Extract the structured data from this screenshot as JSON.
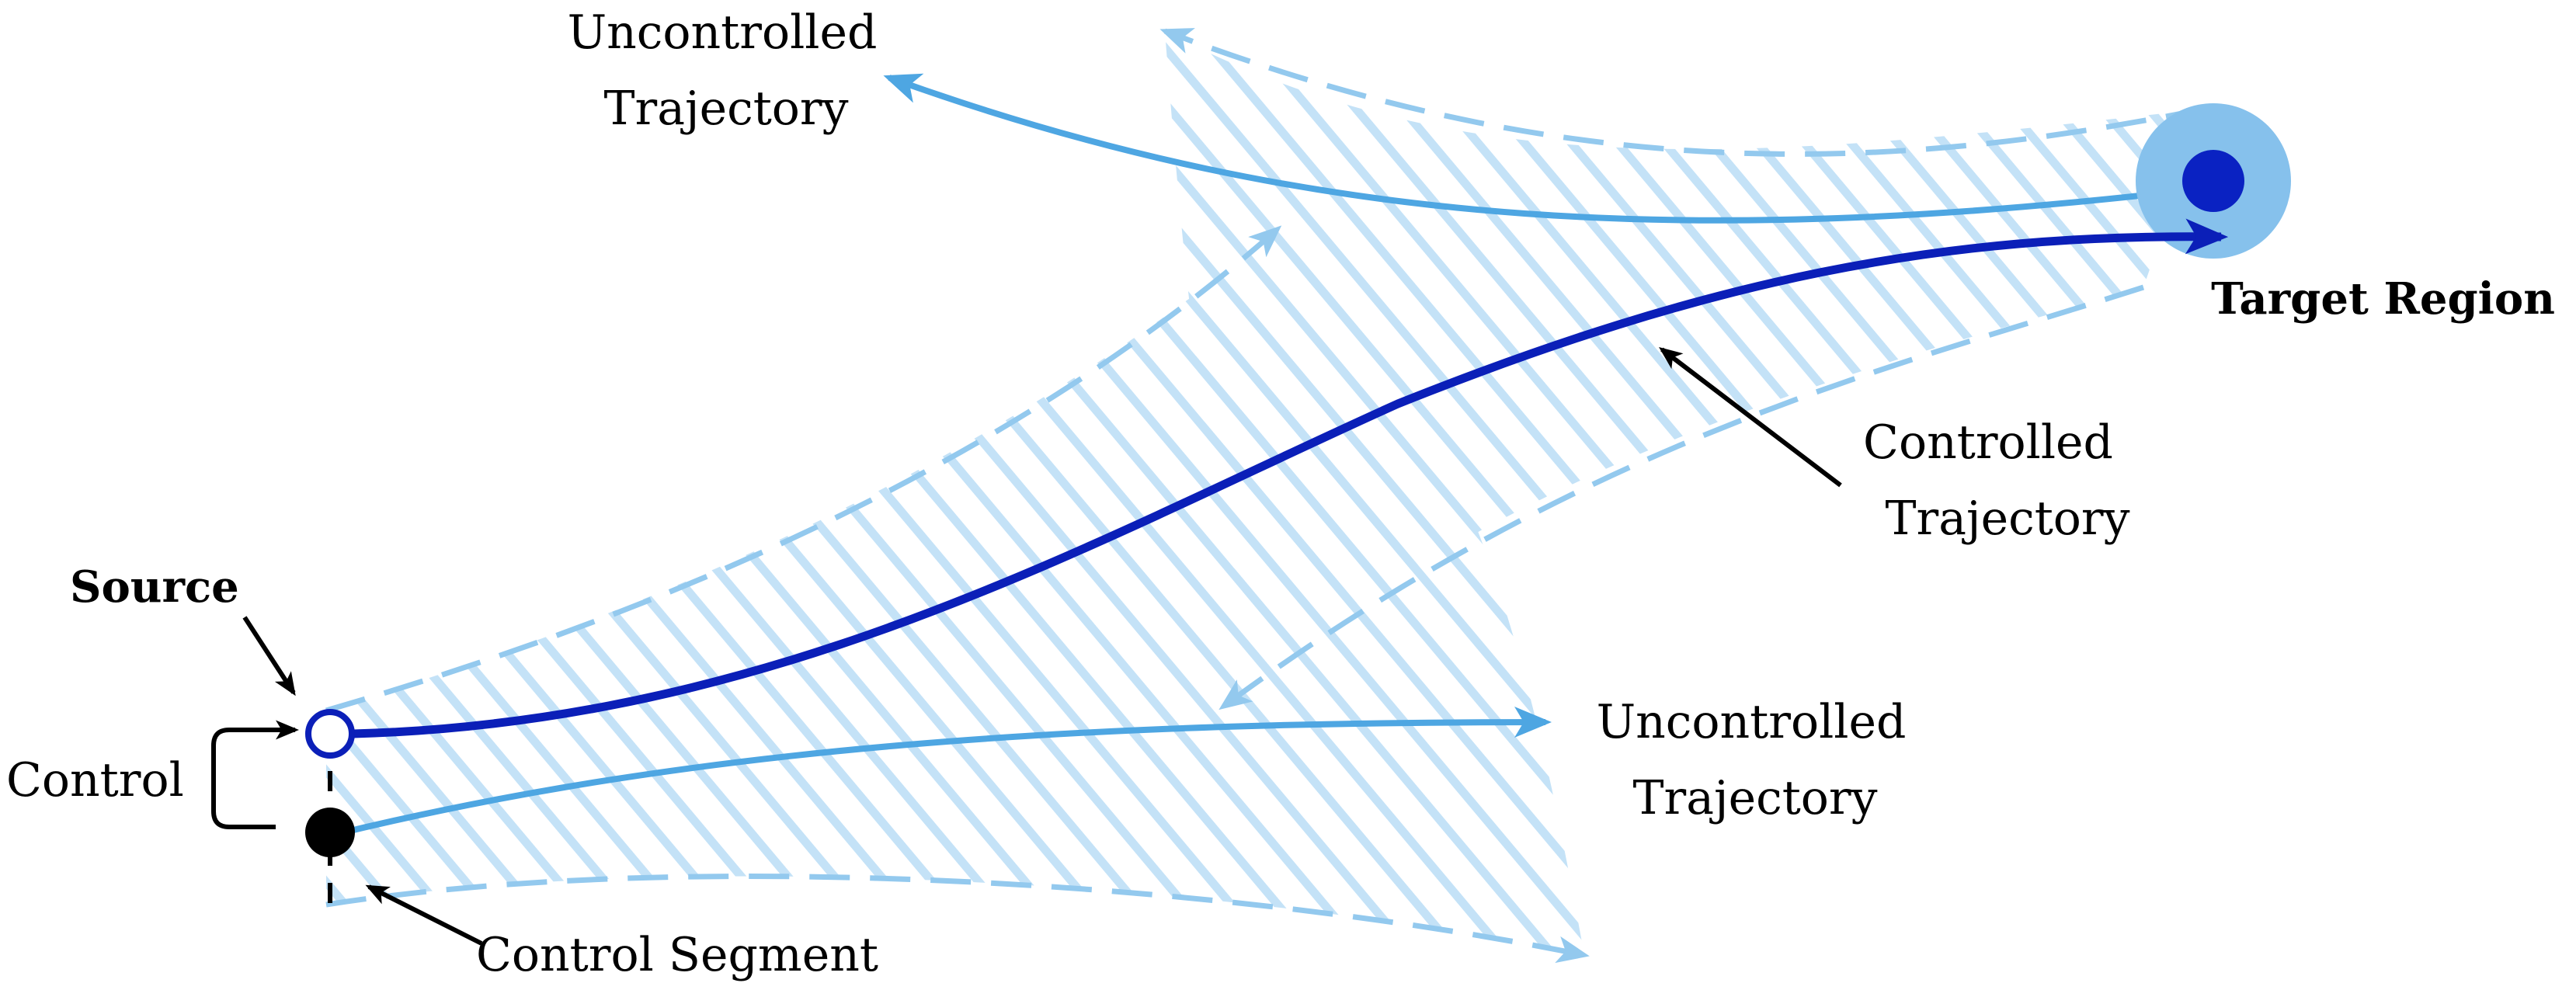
{
  "labels": {
    "uncontrolled_top_line1": "Uncontrolled",
    "uncontrolled_top_line2": "Trajectory",
    "target_region": "Target Region",
    "controlled_line1": "Controlled",
    "controlled_line2": "Trajectory",
    "source": "Source",
    "control": "Control",
    "uncontrolled_bottom_line1": "Uncontrolled",
    "uncontrolled_bottom_line2": "Trajectory",
    "control_segment": "Control Segment"
  },
  "colors": {
    "controlled_trajectory": "#0b1fb8",
    "uncontrolled_trajectory": "#4ea6e2",
    "region_boundary": "#93c9ee",
    "region_hatch": "#c4e2f7",
    "target_outer": "#86c1ec",
    "target_inner": "#0a22c2",
    "annotation": "#000000"
  }
}
